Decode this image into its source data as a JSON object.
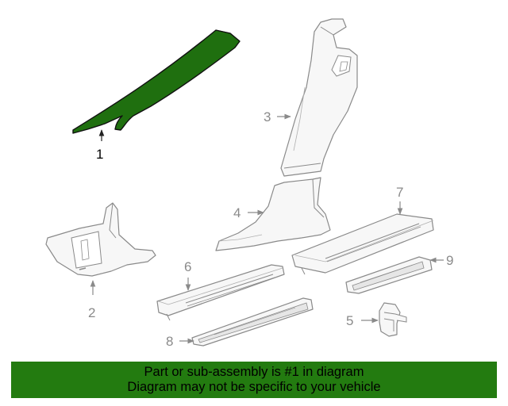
{
  "callouts": {
    "c1": "1",
    "c2": "2",
    "c3": "3",
    "c4": "4",
    "c5": "5",
    "c6": "6",
    "c7": "7",
    "c8": "8",
    "c9": "9"
  },
  "footer": {
    "line1": "Part or sub-assembly is #1 in diagram",
    "line2": "Diagram may not be specific to your vehicle"
  },
  "colors": {
    "highlight": "#1f6f0f",
    "banner": "#237b10",
    "outline": "#8a8a8a",
    "part_fill": "#f7f7f7"
  }
}
